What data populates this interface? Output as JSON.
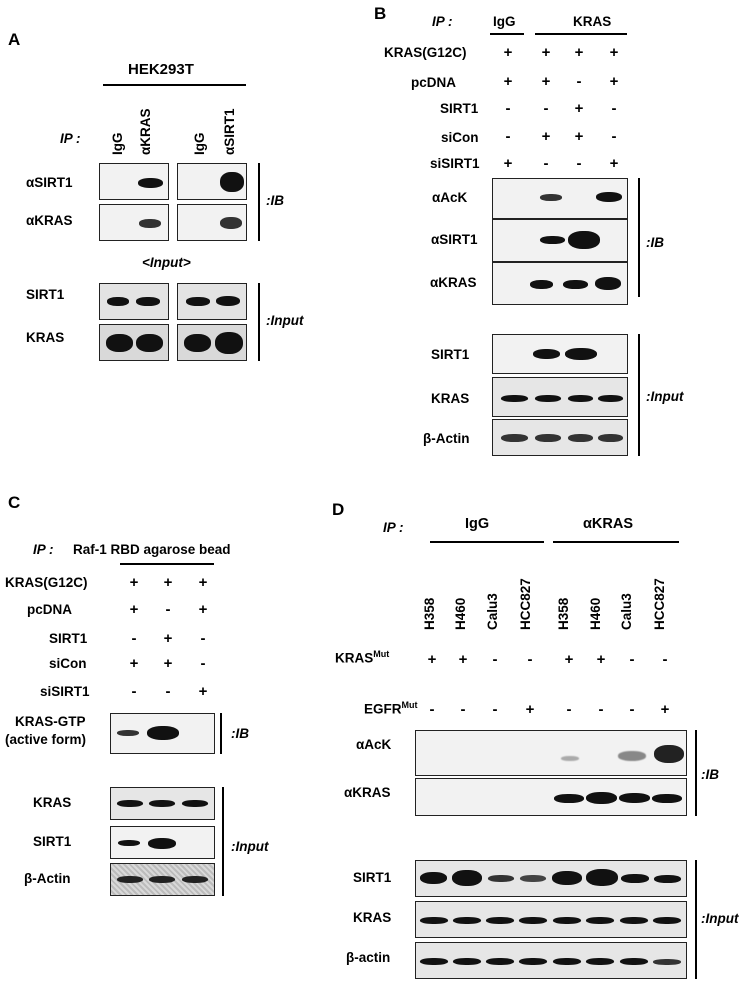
{
  "figure": {
    "panel_letters": [
      "A",
      "B",
      "C",
      "D"
    ],
    "A": {
      "cell_line": "HEK293T",
      "ip_label": "IP :",
      "lanes": [
        "IgG",
        "αKRAS",
        "IgG",
        "αSIRT1"
      ],
      "ib_rows": [
        "αSIRT1",
        "αKRAS"
      ],
      "input_title": "<Input>",
      "input_rows": [
        "SIRT1",
        "KRAS"
      ],
      "ib_tag": ":IB",
      "input_tag": ":Input"
    },
    "B": {
      "ip_label": "IP :",
      "groups": [
        "IgG",
        "KRAS"
      ],
      "conditions": [
        {
          "name": "KRAS(G12C)",
          "signs": [
            "+",
            "+",
            "+",
            "+"
          ]
        },
        {
          "name": "pcDNA",
          "signs": [
            "+",
            "+",
            "-",
            "+"
          ]
        },
        {
          "name": "SIRT1",
          "signs": [
            "-",
            "-",
            "+",
            "-"
          ]
        },
        {
          "name": "siCon",
          "signs": [
            "-",
            "+",
            "+",
            "-"
          ]
        },
        {
          "name": "siSIRT1",
          "signs": [
            "+",
            "-",
            "-",
            "+"
          ]
        }
      ],
      "ib_rows": [
        "αAcK",
        "αSIRT1",
        "αKRAS"
      ],
      "input_rows": [
        "SIRT1",
        "KRAS",
        "β-Actin"
      ],
      "ib_tag": ":IB",
      "input_tag": ":Input"
    },
    "C": {
      "ip_label": "IP :",
      "ip_text": "Raf-1 RBD agarose bead",
      "conditions": [
        {
          "name": "KRAS(G12C)",
          "signs": [
            "+",
            "+",
            "+"
          ]
        },
        {
          "name": "pcDNA",
          "signs": [
            "+",
            "-",
            "+"
          ]
        },
        {
          "name": "SIRT1",
          "signs": [
            "-",
            "+",
            "-"
          ]
        },
        {
          "name": "siCon",
          "signs": [
            "+",
            "+",
            "-"
          ]
        },
        {
          "name": "siSIRT1",
          "signs": [
            "-",
            "-",
            "+"
          ]
        }
      ],
      "ib_row_line1": "KRAS-GTP",
      "ib_row_line2": "(active form)",
      "input_rows": [
        "KRAS",
        "SIRT1",
        "β-Actin"
      ],
      "ib_tag": ":IB",
      "input_tag": ":Input"
    },
    "D": {
      "ip_label": "IP :",
      "groups": [
        "IgG",
        "αKRAS"
      ],
      "lanes": [
        "H358",
        "H460",
        "Calu3",
        "HCC827",
        "H358",
        "H460",
        "Calu3",
        "HCC827"
      ],
      "kras_mut_label": "KRAS",
      "egfr_mut_label": "EGFR",
      "mut_sup": "Mut",
      "kras_signs": [
        "+",
        "+",
        "-",
        "-",
        "+",
        "+",
        "-",
        "-"
      ],
      "egfr_signs": [
        "-",
        "-",
        "-",
        "+",
        "-",
        "-",
        "-",
        "+"
      ],
      "ib_rows": [
        "αAcK",
        "αKRAS"
      ],
      "input_rows": [
        "SIRT1",
        "KRAS",
        "β-actin"
      ],
      "ib_tag": ":IB",
      "input_tag": ":Input"
    }
  }
}
